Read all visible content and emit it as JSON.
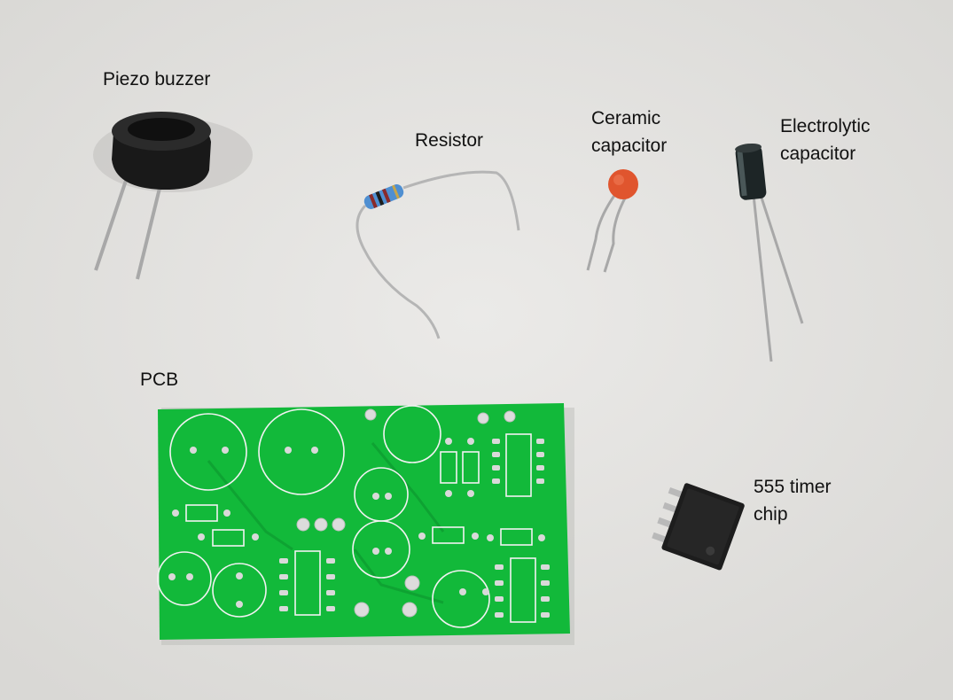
{
  "labels": {
    "piezo": "Piezo buzzer",
    "resistor": "Resistor",
    "ceramic": "Ceramic\ncapacitor",
    "electrolytic": "Electrolytic\ncapacitor",
    "pcb": "PCB",
    "timer": "555 timer\nchip"
  },
  "colors": {
    "background": "#e4e3e1",
    "pcb_green": "#12b93a",
    "silkscreen": "#f2f2f2",
    "ceramic_orange": "#e0552e"
  }
}
